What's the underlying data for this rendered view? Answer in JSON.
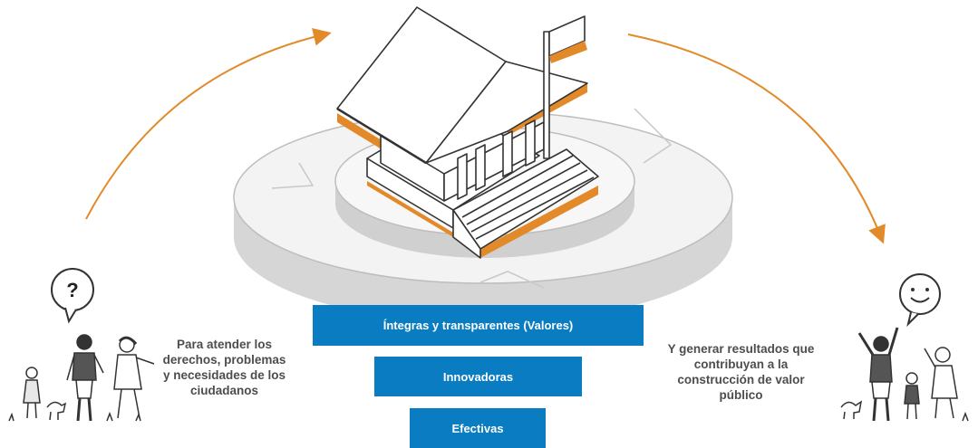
{
  "diagram": {
    "boxes": {
      "valores": "Íntegras y transparentes (Valores)",
      "innovadoras": "Innovadoras",
      "efectivas": "Efectivas"
    },
    "left_caption": "Para atender los derechos, problemas y necesidades de los ciudadanos",
    "right_caption": "Y generar resultados que contribuyan a la construcción de valor público",
    "left_bubble_symbol": "?",
    "right_bubble_symbol": "smiley-face",
    "colors": {
      "accent_orange": "#e28a2a",
      "box_blue": "#0a7cc1",
      "text_gray": "#4d4d4d",
      "platform_gray": "#d9d9d9"
    },
    "icons": [
      "question-bubble-icon",
      "smiley-bubble-icon",
      "family-illustration",
      "celebrating-family-illustration",
      "government-building-illustration"
    ]
  }
}
